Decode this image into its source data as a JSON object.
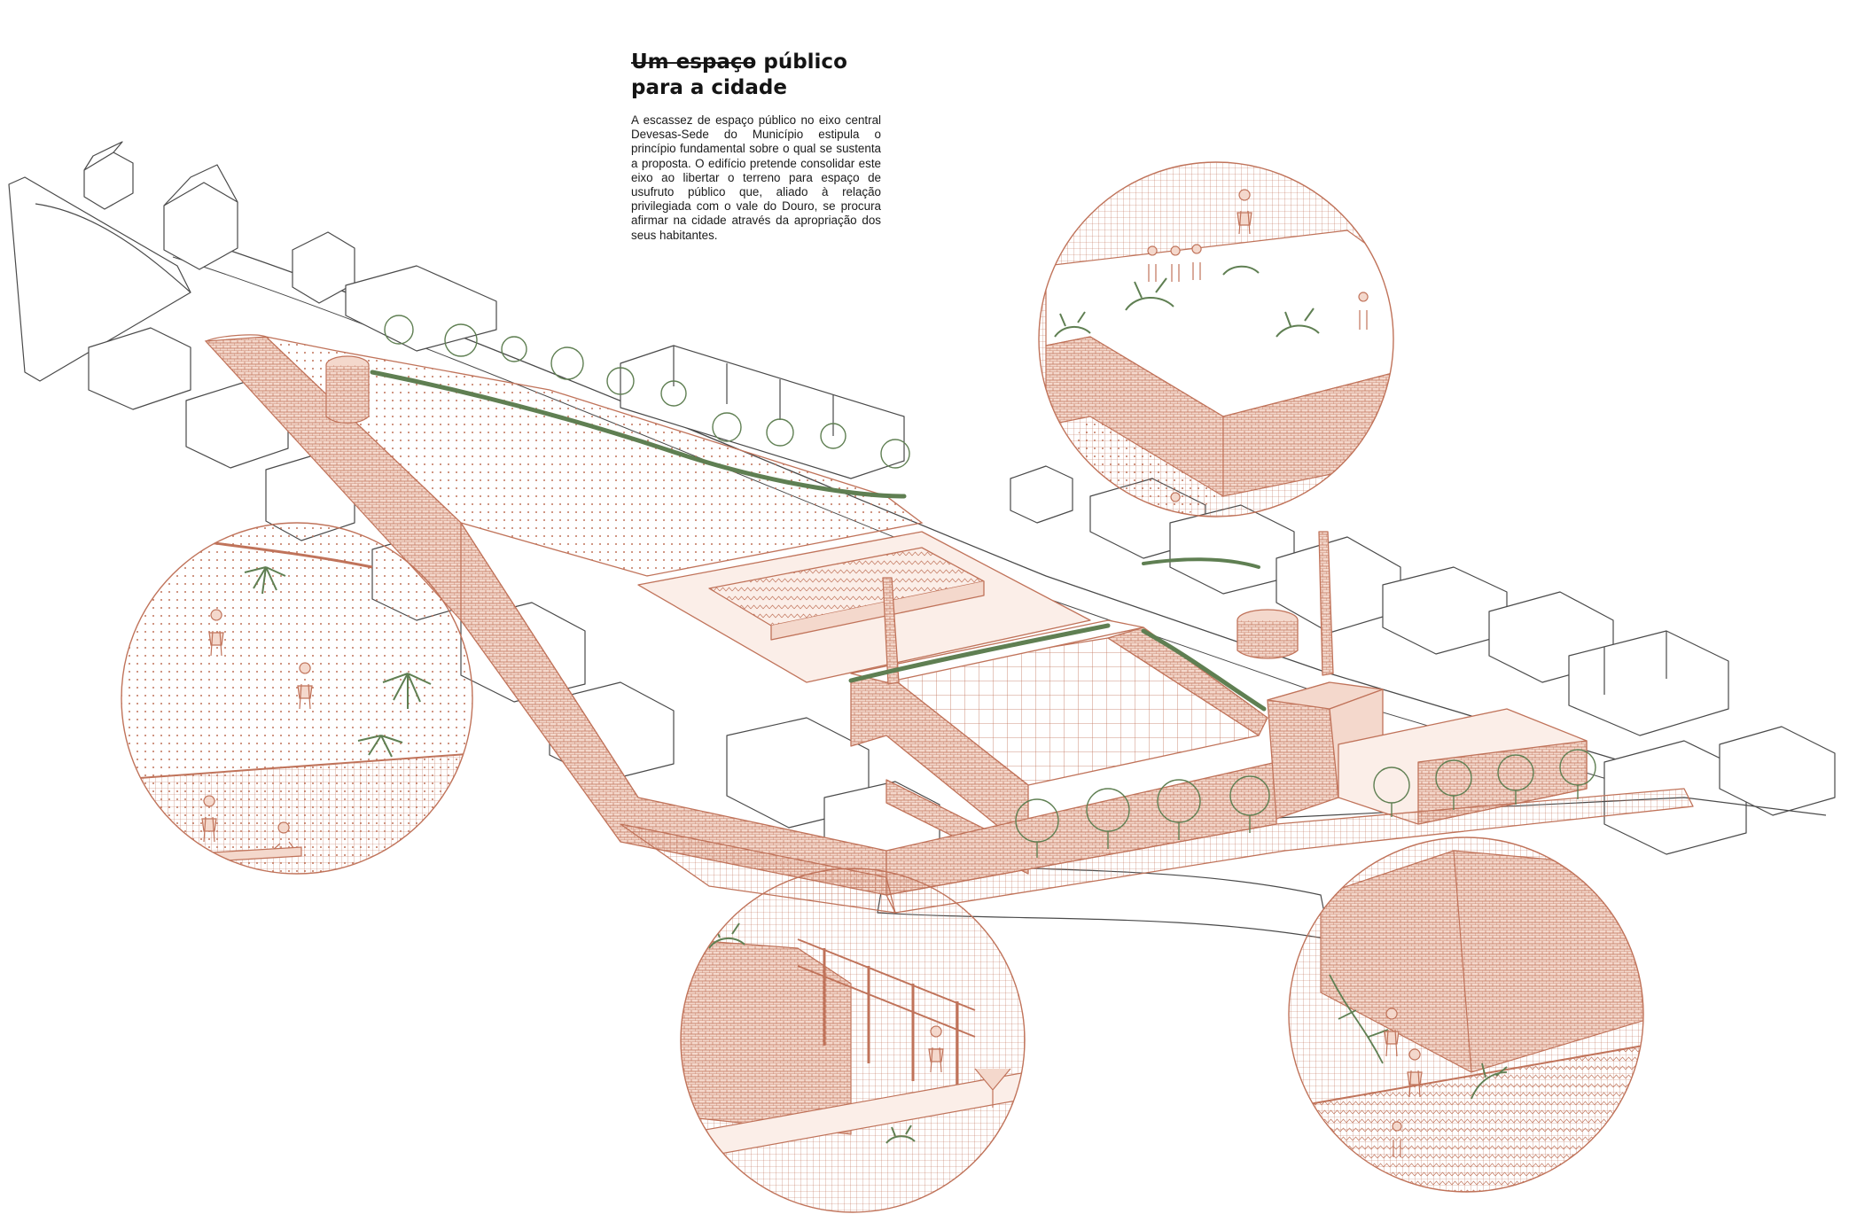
{
  "heading": {
    "line1": "Um espaço público",
    "line2": "para a cidade"
  },
  "paragraph": "A escassez de espaço público no eixo central Devesas-Sede do Município estipula o princípio fundamental sobre o qual se sustenta a proposta. O edifício pretende consolidar este eixo ao libertar o terreno para espaço de usufruto público que, aliado à relação privilegiada com o vale do Douro, se procura afirmar na cidade através da apropriação dos seus habitantes.",
  "colors": {
    "line": "#4a4a4a",
    "terracotta": "#c0735a",
    "terracotta_fill": "#f4d8cc",
    "plaza_fill": "#fbeee8",
    "green": "#5f7f52",
    "ink": "#1a1a1a"
  }
}
